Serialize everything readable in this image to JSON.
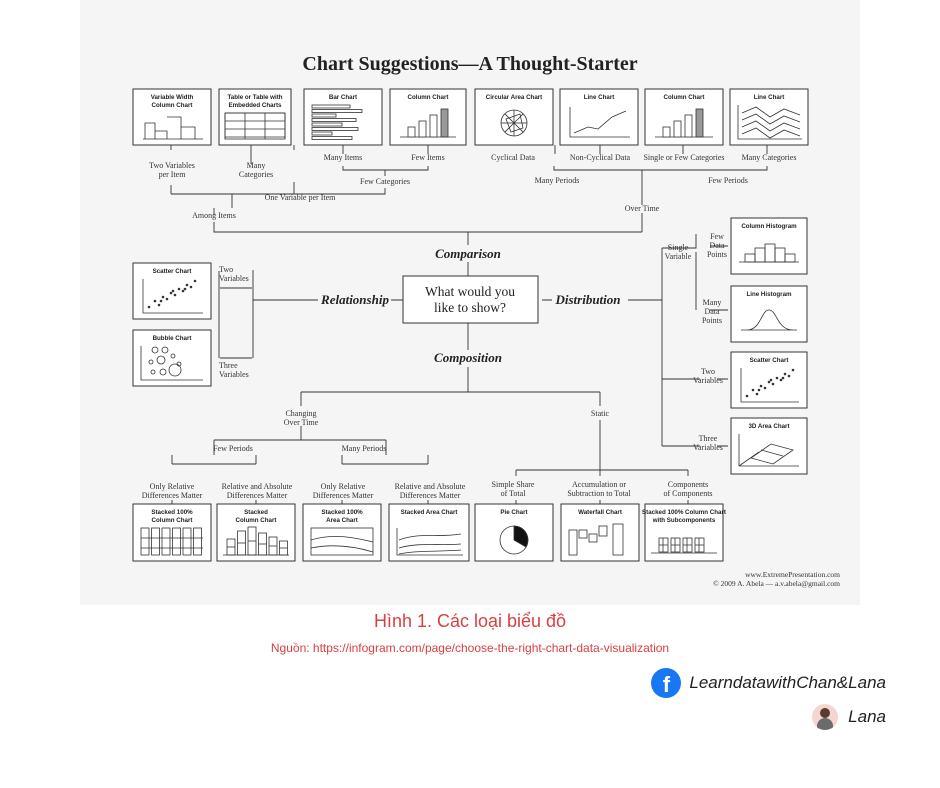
{
  "title": "Chart Suggestions—A Thought-Starter",
  "center": "What would you like to show?",
  "branches": {
    "comparison": "Comparison",
    "relationship": "Relationship",
    "distribution": "Distribution",
    "composition": "Composition"
  },
  "charts": {
    "variable_width": [
      "Variable Width",
      "Column Chart"
    ],
    "table_embedded": [
      "Table or Table with",
      "Embedded Charts"
    ],
    "bar": [
      "Bar Chart"
    ],
    "column_a": [
      "Column Chart"
    ],
    "circular_area": [
      "Circular Area Chart"
    ],
    "line_a": [
      "Line Chart"
    ],
    "column_b": [
      "Column Chart"
    ],
    "line_b": [
      "Line Chart"
    ],
    "scatter_rel": [
      "Scatter Chart"
    ],
    "bubble": [
      "Bubble Chart"
    ],
    "col_histogram": [
      "Column Histogram"
    ],
    "line_histogram": [
      "Line Histogram"
    ],
    "scatter_dist": [
      "Scatter Chart"
    ],
    "area_3d": [
      "3D Area Chart"
    ],
    "stacked100_col": [
      "Stacked 100%",
      "Column Chart"
    ],
    "stacked_col": [
      "Stacked",
      "Column Chart"
    ],
    "stacked100_area": [
      "Stacked 100%",
      "Area Chart"
    ],
    "stacked_area": [
      "Stacked Area Chart"
    ],
    "pie": [
      "Pie Chart"
    ],
    "waterfall": [
      "Waterfall Chart"
    ],
    "stacked100_sub": [
      "Stacked 100% Column Chart",
      "with Subcomponents"
    ]
  },
  "labels": {
    "two_vars_per_item": [
      "Two Variables",
      "per Item"
    ],
    "many_categories_a": [
      "Many",
      "Categories"
    ],
    "many_items": "Many Items",
    "few_items": "Few Items",
    "few_categories": "Few Categories",
    "one_var_per_item": "One Variable per Item",
    "among_items": "Among Items",
    "cyclical": "Cyclical Data",
    "non_cyclical": "Non-Cyclical Data",
    "single_few_categories": "Single or Few Categories",
    "many_categories_b": "Many Categories",
    "many_periods_a": "Many Periods",
    "few_periods_a": "Few Periods",
    "over_time": "Over Time",
    "two_variables_a": [
      "Two",
      "Variables"
    ],
    "three_variables_a": [
      "Three",
      "Variables"
    ],
    "single_variable": [
      "Single",
      "Variable"
    ],
    "few_data_points": [
      "Few",
      "Data",
      "Points"
    ],
    "many_data_points": [
      "Many",
      "Data",
      "Points"
    ],
    "two_variables_b": [
      "Two",
      "Variables"
    ],
    "three_variables_b": [
      "Three",
      "Variables"
    ],
    "changing_over_time": [
      "Changing",
      "Over Time"
    ],
    "static": "Static",
    "few_periods_b": "Few Periods",
    "many_periods_b": "Many Periods",
    "only_relative_a": [
      "Only Relative",
      "Differences Matter"
    ],
    "rel_abs_a": [
      "Relative and Absolute",
      "Differences Matter"
    ],
    "only_relative_b": [
      "Only Relative",
      "Differences Matter"
    ],
    "rel_abs_b": [
      "Relative and Absolute",
      "Differences Matter"
    ],
    "simple_share": [
      "Simple Share",
      "of Total"
    ],
    "accumulation": [
      "Accumulation or",
      "Subtraction to Total"
    ],
    "components": [
      "Components",
      "of Components"
    ]
  },
  "credit": [
    "www.ExtremePresentation.com",
    "© 2009  A. Abela — a.v.abela@gmail.com"
  ],
  "caption_title": "Hình 1. Các loại biểu đồ",
  "caption_source": "Nguồn: https://infogram.com/page/choose-the-right-chart-data-visualization",
  "social_fb": "LearndatawithChan&Lana",
  "social_name": "Lana"
}
